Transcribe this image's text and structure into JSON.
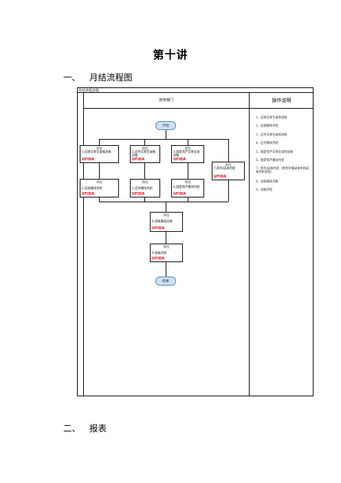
{
  "page_title": "第十讲",
  "section1": {
    "num": "一、",
    "title": "月结流程图"
  },
  "section2": {
    "num": "二、",
    "title": "报表"
  },
  "flowchart": {
    "caption": "月结流程流程",
    "dept_header": "财务部门",
    "ops_header": "操作说明",
    "start": "开始",
    "end": "结束",
    "logo_text": "UFIDA",
    "boxes": [
      {
        "role": "岗位",
        "label": "1.应收交易全录账总账"
      },
      {
        "role": "岗位",
        "label": "2.应付交易全录账总账"
      },
      {
        "role": "岗位",
        "label": "3.固定资产交易全录总账"
      },
      {
        "role": "岗位",
        "label": "7.库存/成本月结"
      },
      {
        "role": "岗位",
        "label": "2.应收模块月结"
      },
      {
        "role": "岗位",
        "label": "1.应付模块月结"
      },
      {
        "role": "岗位",
        "label": "6.固定资产模块月结"
      },
      {
        "role": "岗位",
        "label": "8.总账期末对账"
      },
      {
        "role": "岗位",
        "label": "9.总账月结"
      }
    ],
    "ops_items": [
      "1、应收交易全录到总账",
      "2、应收模块月结",
      "3、应付交易全录到总账",
      "4、应付模块月结",
      "5、固定资产交易全录到总账",
      "6、固定资产模块月结",
      "7、库存/成本月结（参考存储成本中的成本月结流程）",
      "8、总账期末对账",
      "9、总账月结"
    ]
  }
}
